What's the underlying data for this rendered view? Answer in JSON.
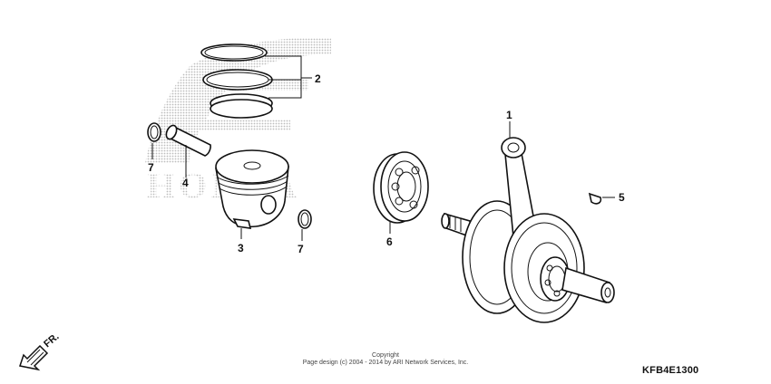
{
  "callouts": [
    {
      "id": "callout-1",
      "text": "1"
    },
    {
      "id": "callout-2",
      "text": "2"
    },
    {
      "id": "callout-3",
      "text": "3"
    },
    {
      "id": "callout-4",
      "text": "4"
    },
    {
      "id": "callout-5",
      "text": "5"
    },
    {
      "id": "callout-6",
      "text": "6"
    },
    {
      "id": "callout-7a",
      "text": "7"
    },
    {
      "id": "callout-7b",
      "text": "7"
    }
  ],
  "watermark": "HONDA",
  "front_arrow": "FR.",
  "copyright": {
    "line1": "Copyright",
    "line2": "Page design (c) 2004 - 2014 by ARI Network Services, Inc."
  },
  "diagram_code": "KFB4E1300",
  "colors": {
    "ink": "#111111",
    "watermark": "#d6d6d6"
  }
}
